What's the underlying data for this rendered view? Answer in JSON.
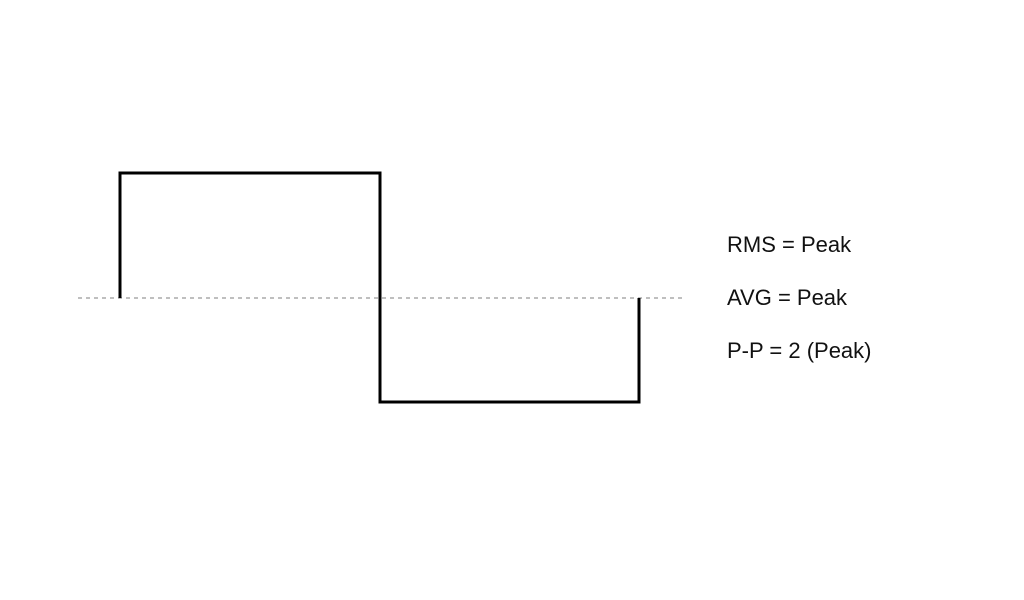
{
  "diagram": {
    "waveform": "square-wave",
    "colors": {
      "waveform": "#000000",
      "zero_line": "#aaaaaa",
      "text": "#111111",
      "background": "#ffffff"
    },
    "labels": {
      "rms": "RMS = Peak",
      "avg": "AVG = Peak",
      "pp": "P-P = 2 (Peak)"
    }
  }
}
